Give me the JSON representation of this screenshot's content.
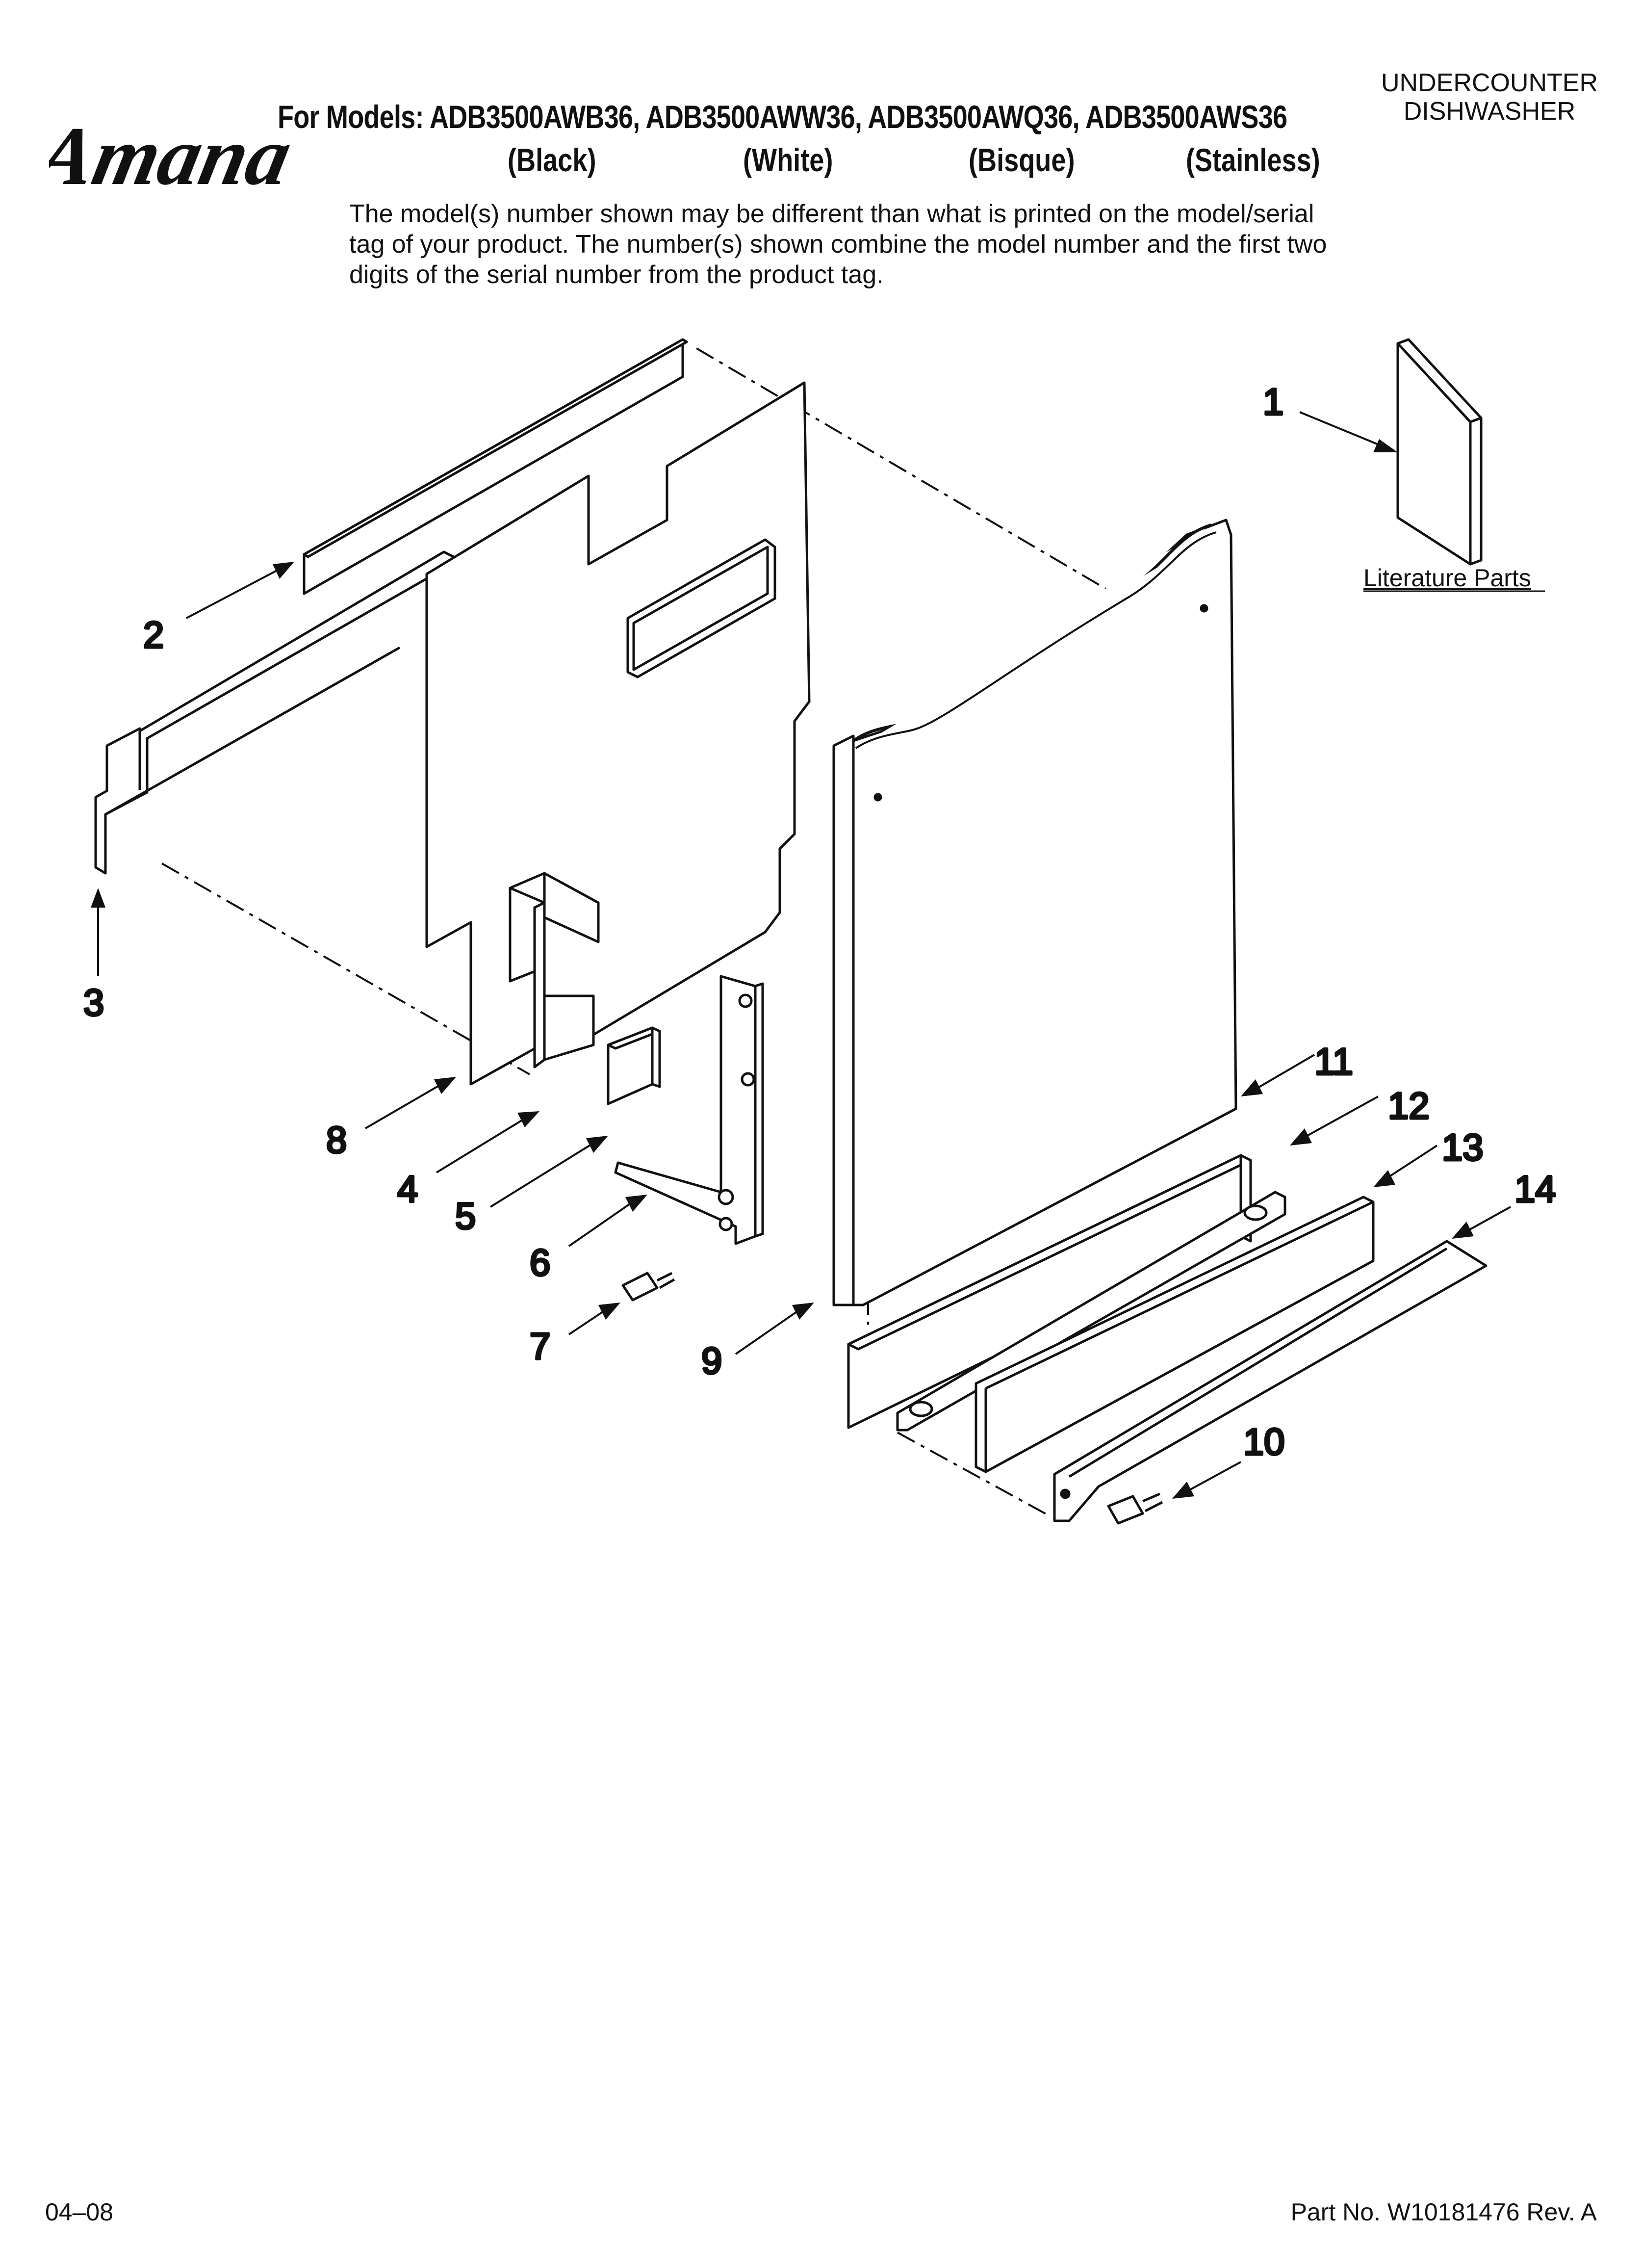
{
  "brand": "Amana",
  "header": {
    "models_line": "For Models: ADB3500AWB36, ADB3500AWW36, ADB3500AWQ36, ADB3500AWS36",
    "variants": [
      "(Black)",
      "(White)",
      "(Bisque)",
      "(Stainless)"
    ],
    "category_line1": "UNDERCOUNTER",
    "category_line2": "DISHWASHER",
    "disclaimer": "The model(s) number shown may be different than what is printed on the model/serial tag of your product. The number(s) shown combine the model number and the first two digits of the serial number from the product tag."
  },
  "diagram": {
    "literature_label": "Literature Parts",
    "callouts": [
      "1",
      "2",
      "3",
      "4",
      "5",
      "6",
      "7",
      "8",
      "9",
      "10",
      "11",
      "12",
      "13",
      "14"
    ]
  },
  "footer": {
    "date": "04–08",
    "part_number": "Part No. W10181476 Rev. A"
  },
  "colors": {
    "ink": "#111111",
    "paper": "#ffffff"
  }
}
